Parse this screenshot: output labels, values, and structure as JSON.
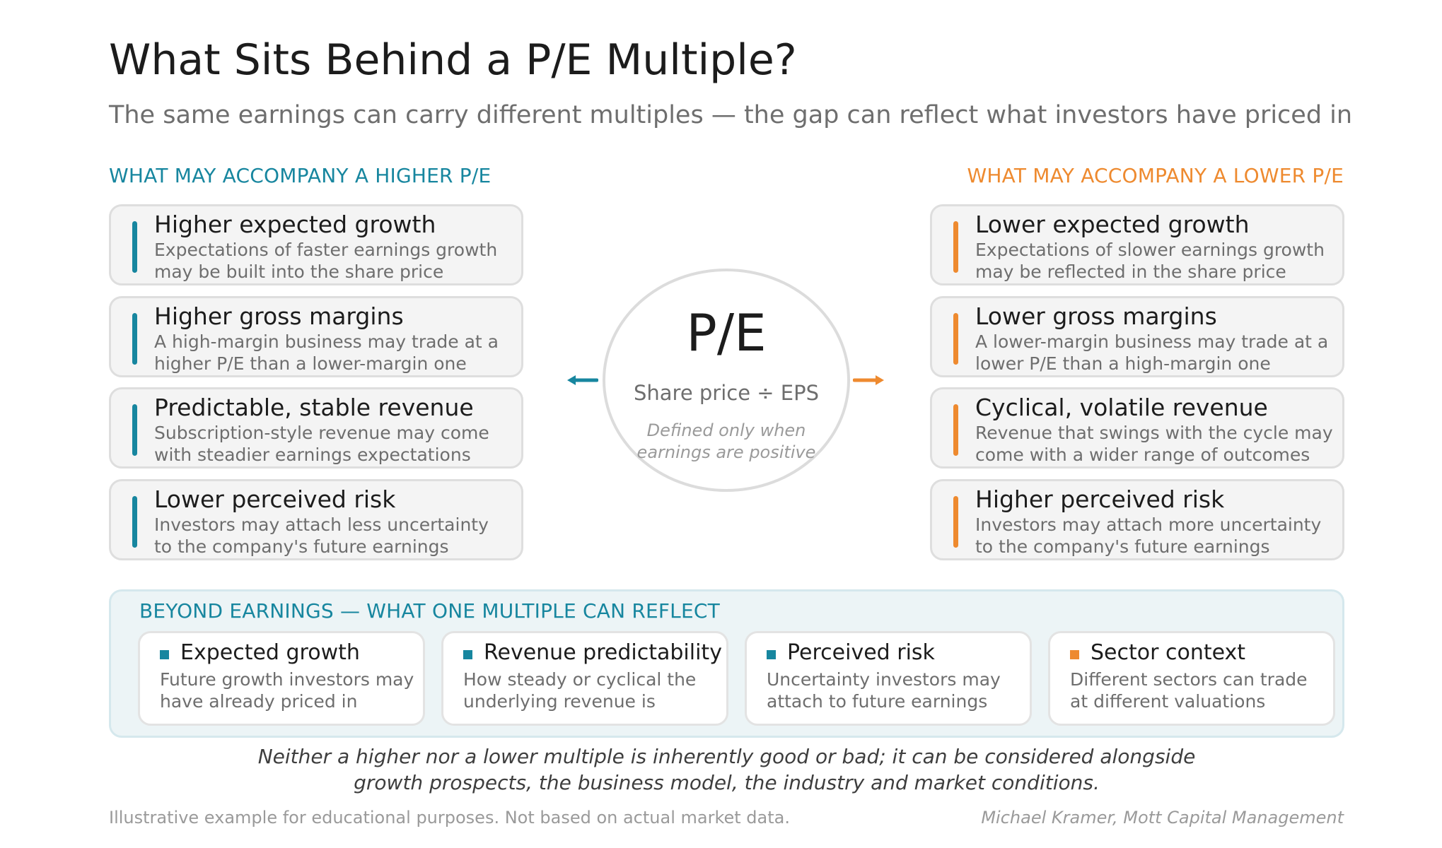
{
  "header": {
    "title": "What Sits Behind a P/E Multiple?",
    "subtitle": "The same earnings can carry different multiples — the gap can reflect what investors have priced in"
  },
  "colors": {
    "higher_accent": "#17869f",
    "lower_accent": "#ee8a2f"
  },
  "higher": {
    "heading": "WHAT MAY ACCOMPANY A HIGHER P/E",
    "items": [
      {
        "title": "Higher expected growth",
        "desc1": "Expectations of faster earnings growth",
        "desc2": "may be built into the share price"
      },
      {
        "title": "Higher gross margins",
        "desc1": "A high-margin business may trade at a",
        "desc2": "higher P/E than a lower-margin one"
      },
      {
        "title": "Predictable, stable revenue",
        "desc1": "Subscription-style revenue may come",
        "desc2": "with steadier earnings expectations"
      },
      {
        "title": "Lower perceived risk",
        "desc1": "Investors may attach less uncertainty",
        "desc2": "to the company's future earnings"
      }
    ]
  },
  "lower": {
    "heading": "WHAT MAY ACCOMPANY A LOWER P/E",
    "items": [
      {
        "title": "Lower expected growth",
        "desc1": "Expectations of slower earnings growth",
        "desc2": "may be reflected in the share price"
      },
      {
        "title": "Lower gross margins",
        "desc1": "A lower-margin business may trade at a",
        "desc2": "lower P/E than a high-margin one"
      },
      {
        "title": "Cyclical, volatile revenue",
        "desc1": "Revenue that swings with the cycle may",
        "desc2": "come with a wider range of outcomes"
      },
      {
        "title": "Higher perceived risk",
        "desc1": "Investors may attach more uncertainty",
        "desc2": "to the company's future earnings"
      }
    ]
  },
  "center": {
    "label": "P/E",
    "formula": "Share price ÷ EPS",
    "note1": "Defined only when",
    "note2": "earnings are positive"
  },
  "beyond": {
    "heading": "BEYOND EARNINGS — WHAT ONE MULTIPLE CAN REFLECT",
    "cards": [
      {
        "title": "Expected growth",
        "desc1": "Future growth investors may",
        "desc2": "have already priced in",
        "color": "#17869f"
      },
      {
        "title": "Revenue predictability",
        "desc1": "How steady or cyclical the",
        "desc2": "underlying revenue is",
        "color": "#17869f"
      },
      {
        "title": "Perceived risk",
        "desc1": "Uncertainty investors may",
        "desc2": "attach to future earnings",
        "color": "#17869f"
      },
      {
        "title": "Sector context",
        "desc1": "Different sectors can trade",
        "desc2": "at different valuations",
        "color": "#ee8a2f"
      }
    ]
  },
  "closing": {
    "line1": "Neither a higher nor a lower multiple is inherently good or bad; it can be considered alongside",
    "line2": "growth prospects, the business model, the industry and market conditions."
  },
  "footer": {
    "disclaimer": "Illustrative example for educational purposes. Not based on actual market data.",
    "author": "Michael Kramer, Mott Capital Management"
  }
}
